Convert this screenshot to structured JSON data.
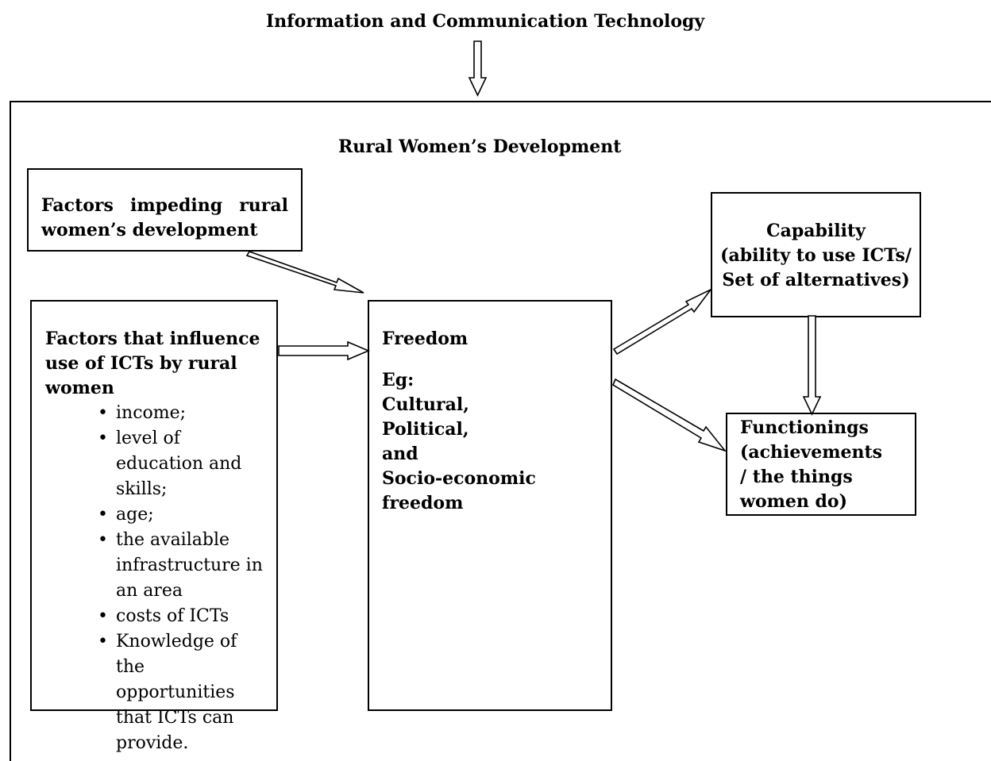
{
  "title": "Information and Communication Technology",
  "section_title": "Rural Women’s Development",
  "impeding": {
    "line1": "Factors impeding rural",
    "line2": "women’s development"
  },
  "factors": {
    "heading": "Factors that influence use of ICTs by rural women",
    "items": [
      "income;",
      "level of education and skills;",
      "age;",
      "the available infrastructure in an area",
      "costs of ICTs",
      "Knowledge of the opportunities that ICTs can provide."
    ]
  },
  "freedom": {
    "title": "Freedom",
    "lines": [
      "Eg:",
      "Cultural,",
      "Political,",
      "and",
      "Socio-economic",
      "freedom"
    ]
  },
  "capability": {
    "lines": [
      "Capability",
      "(ability to use ICTs/",
      "Set of alternatives)"
    ]
  },
  "functionings": {
    "lines": [
      "Functionings",
      "(achievements",
      "/ the things",
      "women do)"
    ]
  }
}
